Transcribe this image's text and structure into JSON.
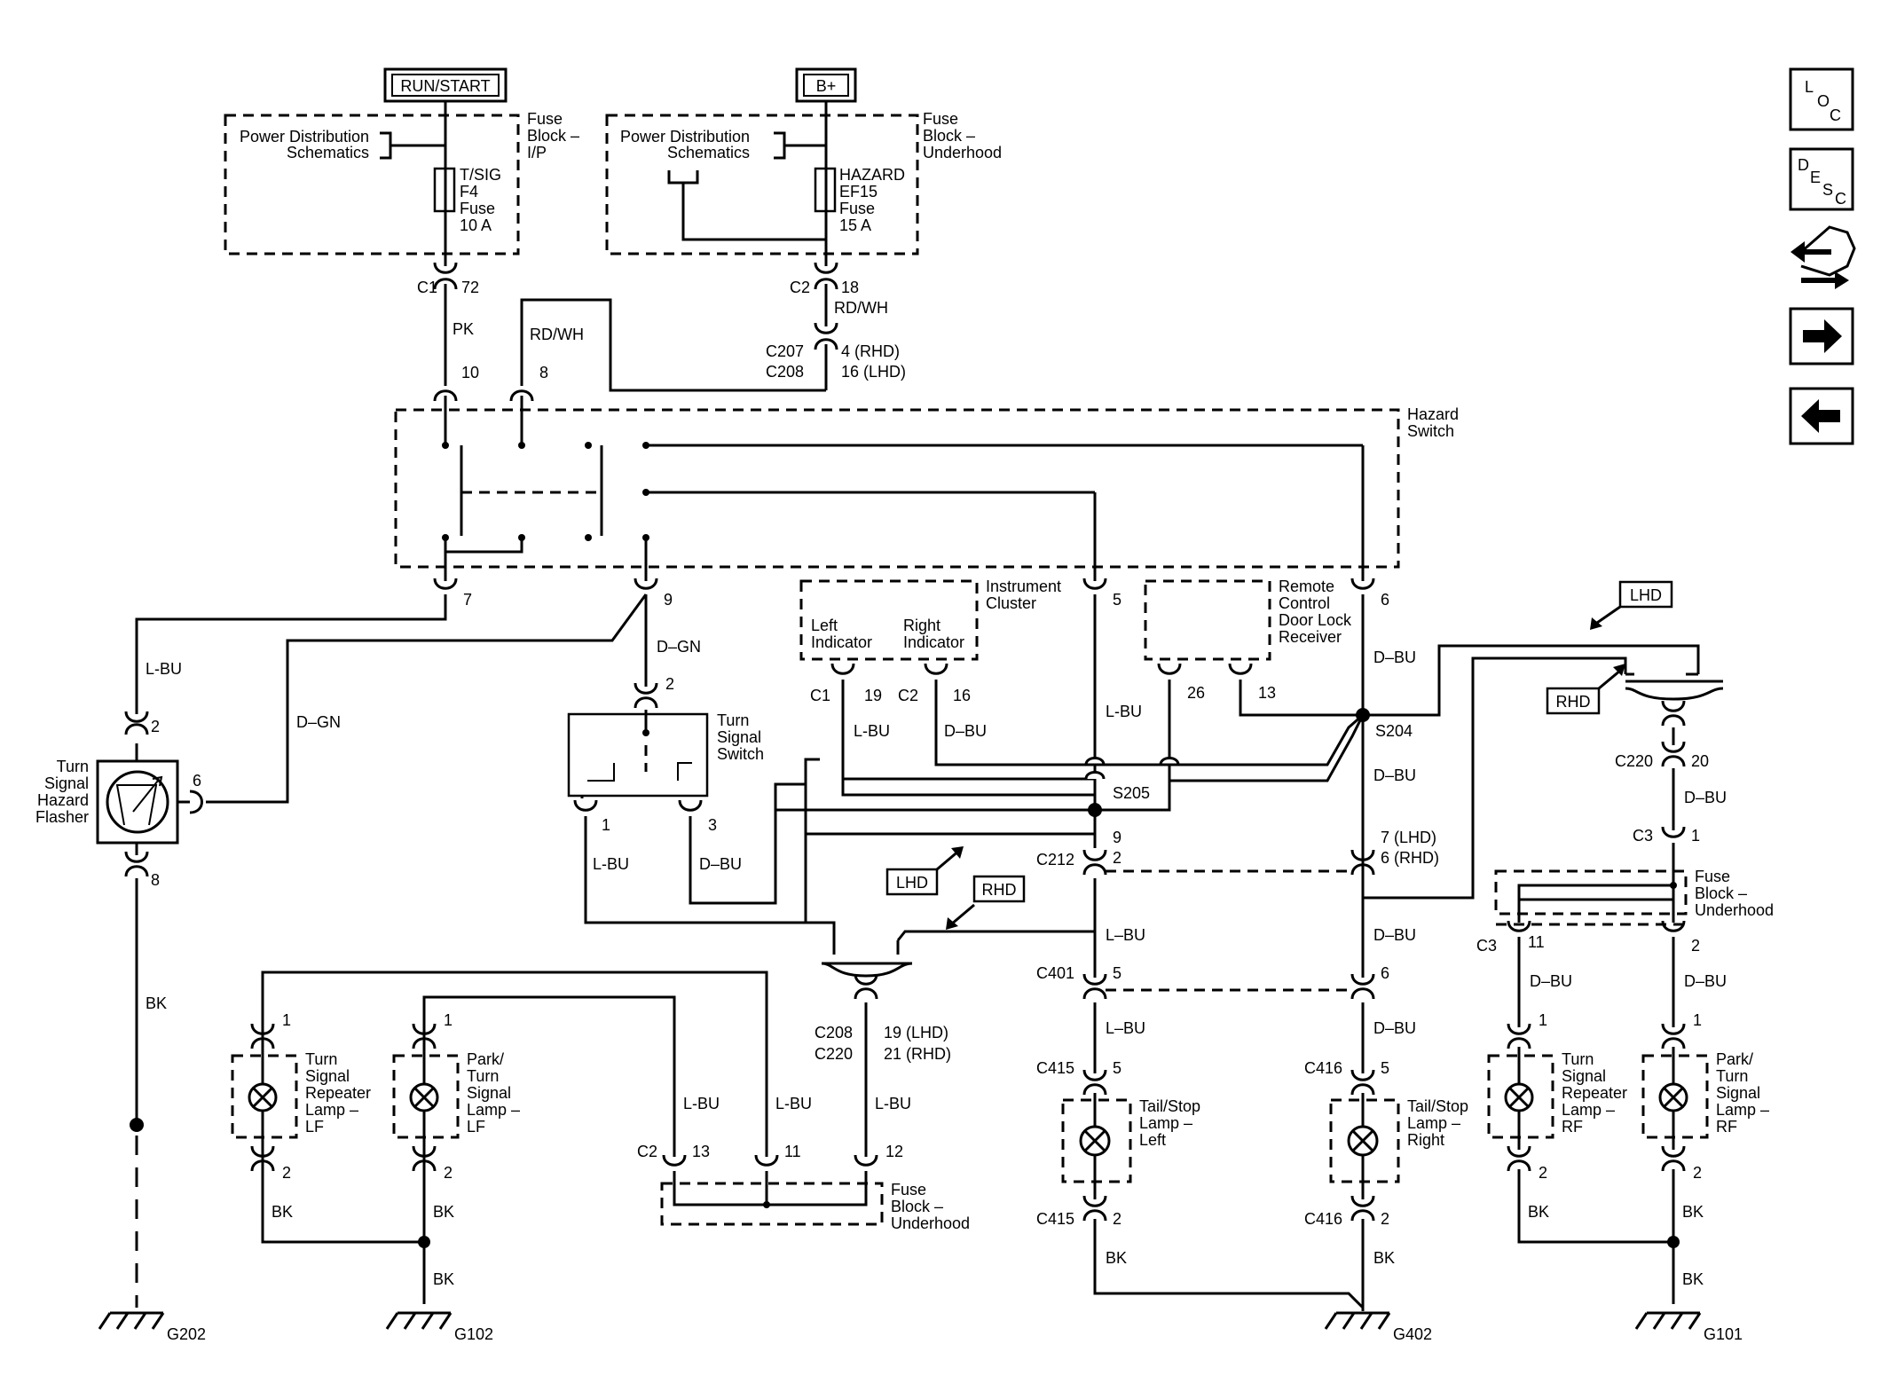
{
  "supply": {
    "run_start": "RUN/START",
    "bplus": "B+"
  },
  "fuse_ip": {
    "pds": "Power Distribution",
    "pds2": "Schematics",
    "fuse_name": "T/SIG",
    "fuse_id": "F4",
    "fuse_word": "Fuse",
    "fuse_amp": "10 A",
    "block1": "Fuse",
    "block2": "Block –",
    "block3": "I/P"
  },
  "fuse_uh": {
    "pds": "Power Distribution",
    "pds2": "Schematics",
    "fuse_name": "HAZARD",
    "fuse_id": "EF15",
    "fuse_word": "Fuse",
    "fuse_amp": "15 A",
    "block1": "Fuse",
    "block2": "Block –",
    "block3": "Underhood"
  },
  "conn": {
    "c1": "C1",
    "c1_pin": "72",
    "c2": "C2",
    "c2_pin": "18",
    "c207": "C207",
    "c208": "C208",
    "c207_pin": "4 (RHD)",
    "c208_pin": "16 (LHD)",
    "hz10": "10",
    "hz8": "8",
    "hz7": "7",
    "hz9": "9",
    "hz5": "5",
    "hz6": "6",
    "ts2": "2",
    "ts1": "1",
    "ts3": "3",
    "ic_c1": "C1",
    "ic_c1_pin": "19",
    "ic_c2": "C2",
    "ic_c2_pin": "16",
    "rc26": "26",
    "rc13": "13",
    "fl2": "2",
    "fl6": "6",
    "fl8": "8",
    "s205": "S205",
    "s204": "S204",
    "c212": "C212",
    "c212_9": "9",
    "c212_2": "2",
    "lhd7": "7 (LHD)",
    "rhd6": "6 (RHD)",
    "c401": "C401",
    "c401_5": "5",
    "c401_6": "6",
    "c415": "C415",
    "c415_5": "5",
    "c415_2": "2",
    "c416": "C416",
    "c416_5": "5",
    "c416_2": "2",
    "c208b": "C208",
    "c220b": "C220",
    "c208b_pin": "19 (LHD)",
    "c220b_pin": "21 (RHD)",
    "c2b": "C2",
    "c2b_13": "13",
    "c2b_11": "11",
    "c2b_12": "12",
    "c220": "C220",
    "c220_20": "20",
    "c3": "C3",
    "c3_1": "1",
    "c3b": "C3",
    "c3b_11": "11",
    "c3b_2": "2",
    "pin1": "1",
    "pin2": "2"
  },
  "wires": {
    "pk": "PK",
    "rdwh": "RD/WH",
    "lbu": "L-BU",
    "dgn": "D–GN",
    "dgn2": "D–GN",
    "dbu": "D–BU",
    "lbu2": "L–BU",
    "bk": "BK"
  },
  "components": {
    "hazard1": "Hazard",
    "hazard2": "Switch",
    "ic1": "Instrument",
    "ic2": "Cluster",
    "left1": "Left",
    "left2": "Indicator",
    "right1": "Right",
    "right2": "Indicator",
    "rc1": "Remote",
    "rc2": "Control",
    "rc3": "Door Lock",
    "rc4": "Receiver",
    "tss1": "Turn",
    "tss2": "Signal",
    "tss3": "Switch",
    "fl1": "Turn",
    "fl2": "Signal",
    "fl3": "Hazard",
    "fl4": "Flasher",
    "lhd": "LHD",
    "rhd": "RHD",
    "fbu1": "Fuse",
    "fbu2": "Block –",
    "fbu3": "Underhood",
    "trl1": "Turn",
    "trl2": "Signal",
    "trl3": "Repeater",
    "trl4": "Lamp –",
    "trl5": "LF",
    "ptl1": "Park/",
    "ptl2": "Turn",
    "ptl3": "Signal",
    "ptl4": "Lamp –",
    "ptl5": "LF",
    "tsl1": "Tail/Stop",
    "tsl2": "Lamp –",
    "tsl3": "Left",
    "tsr1": "Tail/Stop",
    "tsr2": "Lamp –",
    "tsr3": "Right",
    "trr1": "Turn",
    "trr2": "Signal",
    "trr3": "Repeater",
    "trr4": "Lamp –",
    "trr5": "RF",
    "ptr1": "Park/",
    "ptr2": "Turn",
    "ptr3": "Signal",
    "ptr4": "Lamp –",
    "ptr5": "RF"
  },
  "grounds": {
    "g202": "G202",
    "g102": "G102",
    "g402": "G402",
    "g101": "G101"
  },
  "nav": {
    "loc_l": "L",
    "loc_o": "O",
    "loc_c": "C",
    "desc_d": "D",
    "desc_e": "E",
    "desc_s": "S",
    "desc_c": "C"
  }
}
